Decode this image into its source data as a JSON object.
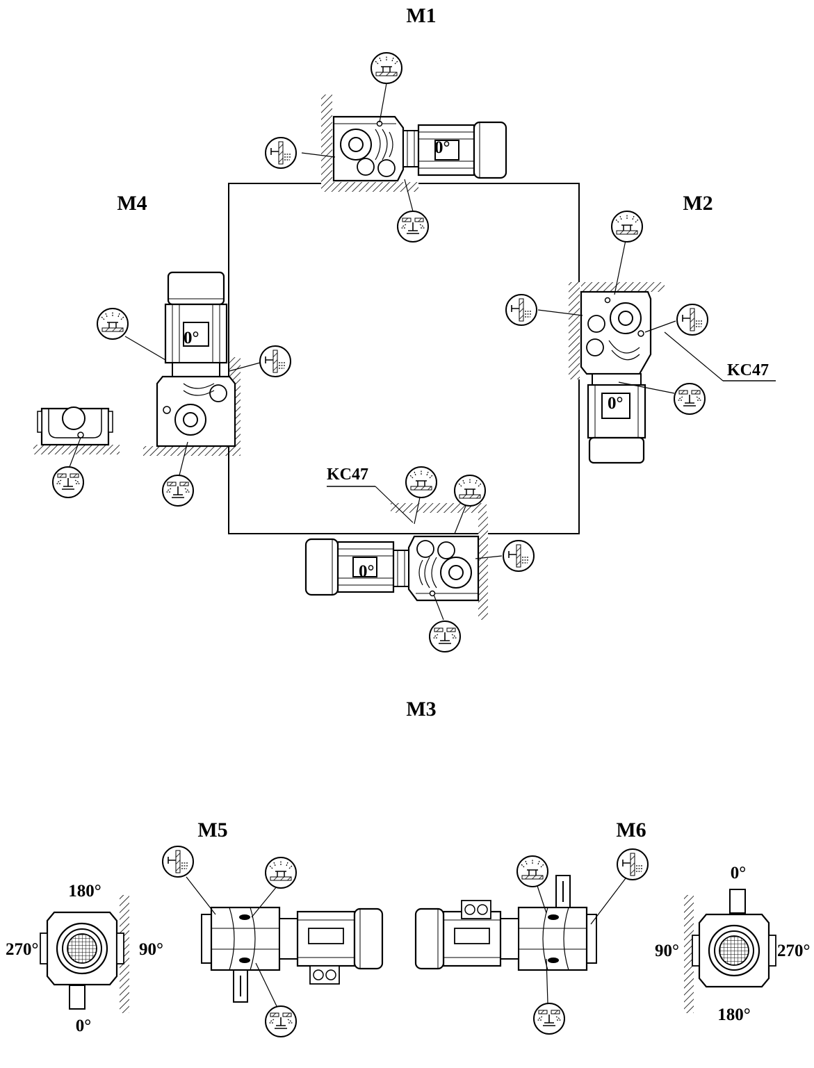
{
  "positions": {
    "m1": "M1",
    "m2": "M2",
    "m3": "M3",
    "m4": "M4",
    "m5": "M5",
    "m6": "M6"
  },
  "model_codes": {
    "right": "KC47",
    "bottom": "KC47"
  },
  "motor_angle_marks": {
    "m1": "0°",
    "m2": "0°",
    "m3": "0°",
    "m4": "0°"
  },
  "m5_angles": {
    "top": "180°",
    "left": "270°",
    "right": "90°",
    "bottom": "0°"
  },
  "m6_angles": {
    "top": "0°",
    "left": "90°",
    "right": "270°",
    "bottom": "180°"
  },
  "colors": {
    "ink": "#000000",
    "paper": "#ffffff"
  },
  "icons": [
    "breather-plug-icon",
    "drain-plug-icon",
    "level-plug-icon"
  ]
}
